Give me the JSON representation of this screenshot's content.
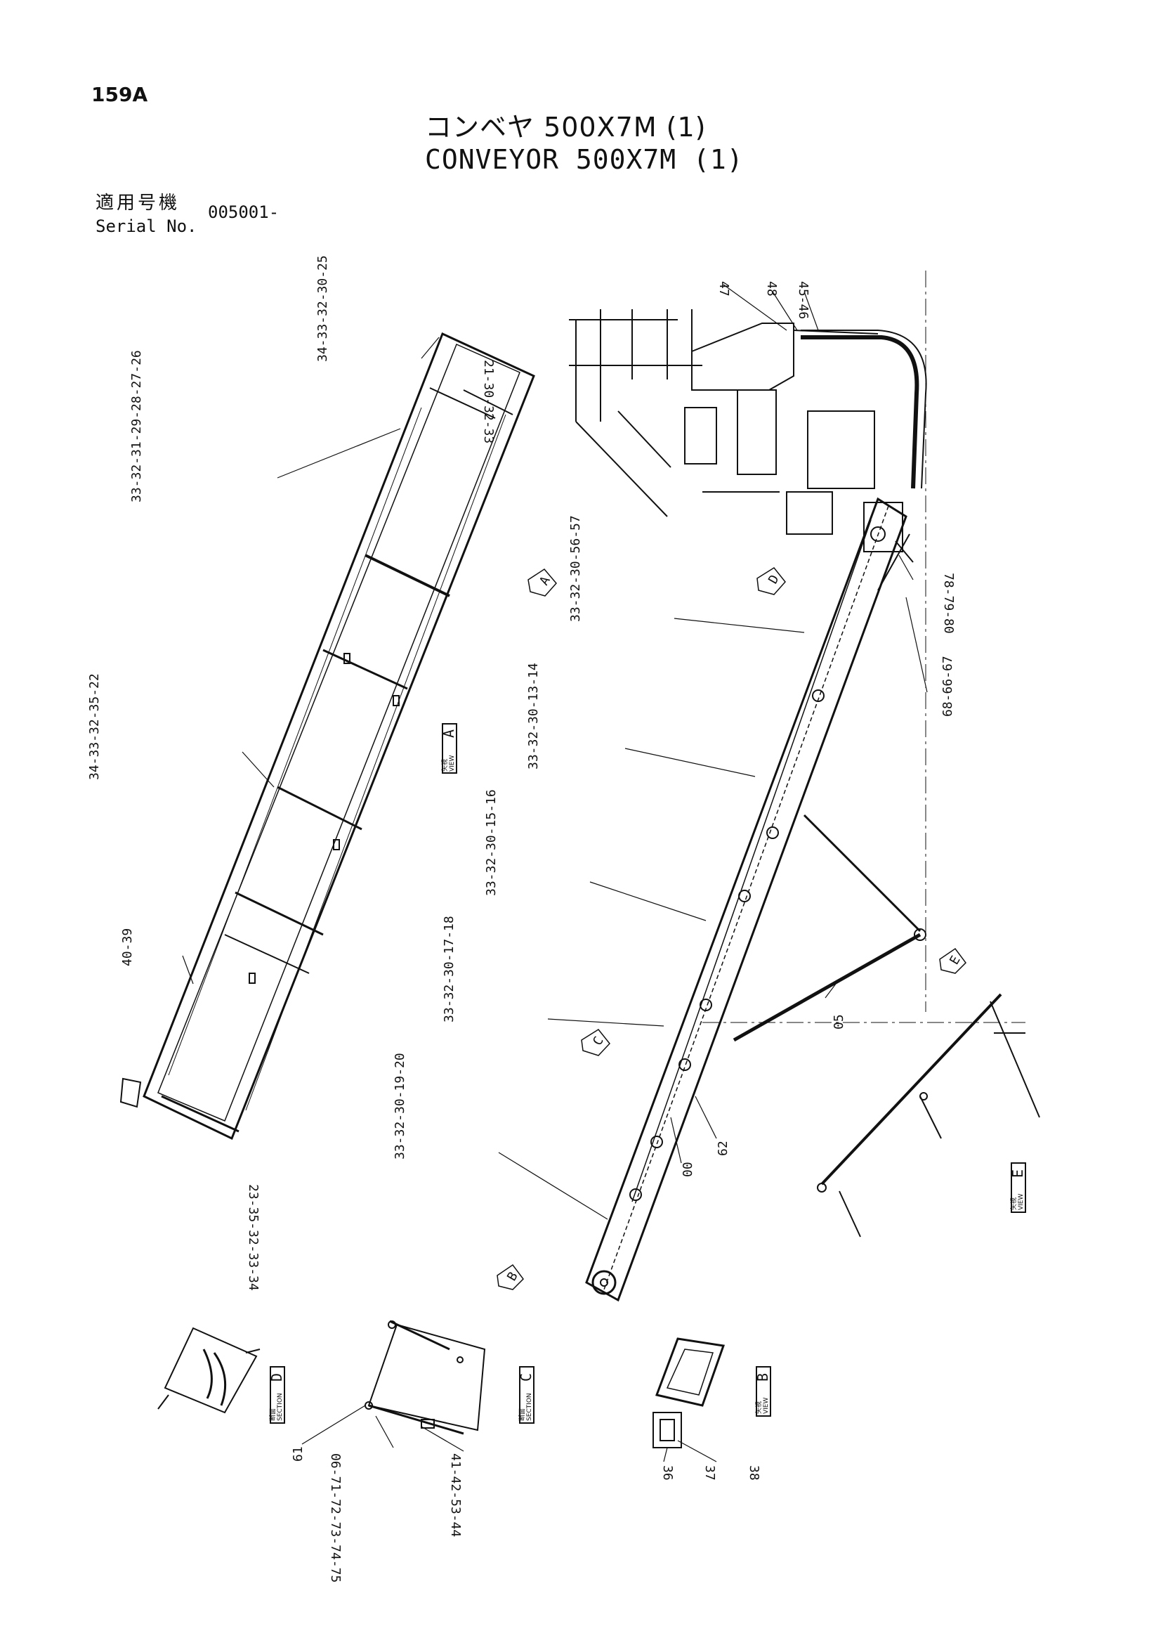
{
  "page": {
    "number": "159A",
    "title_jp": "コンベヤ 500X7M (1)",
    "title_en": "CONVEYOR 500X7M (1)",
    "serial_label_jp": "適用号機",
    "serial_label_en": "Serial No.",
    "serial_value": "005001-"
  },
  "views": {
    "A": {
      "letter": "A",
      "jp": "矢視",
      "en": "VIEW"
    },
    "B": {
      "letter": "B",
      "jp": "矢視",
      "en": "VIEW"
    },
    "C": {
      "letter": "C",
      "jp": "断面",
      "en": "SECTION"
    },
    "D": {
      "letter": "D",
      "jp": "断面",
      "en": "SECTION"
    },
    "E": {
      "letter": "E",
      "jp": "矢視",
      "en": "VIEW"
    }
  },
  "arrows": [
    "A",
    "B",
    "C",
    "D",
    "E"
  ],
  "callouts": {
    "c1": "34-33-32-30-25",
    "c2": "21-30-32-33",
    "c3": "33-32-31-29-28-27-26",
    "c4": "34-33-32-35-22",
    "c5": "40-39",
    "c6": "23-35-32-33-34",
    "c7": "47",
    "c8": "48",
    "c9": "45-46",
    "c10": "78-79-80",
    "c11": "33-32-30-56-57",
    "c12": "68-66-67",
    "c13": "33-32-30-13-14",
    "c14": "33-32-30-15-16",
    "c15": "33-32-30-17-18",
    "c16": "05",
    "c17": "33-32-30-19-20",
    "c18": "62",
    "c19": "00",
    "c20": "61",
    "c21": "06-71-72-73-74-75",
    "c22": "41-42-53-44",
    "c23": "36",
    "c24": "37",
    "c25": "38"
  }
}
